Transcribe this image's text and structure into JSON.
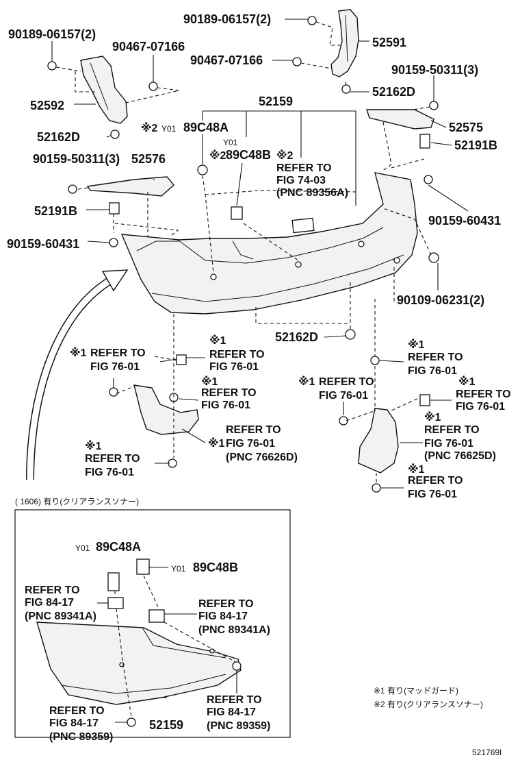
{
  "labels": {
    "p90189_a": "90189-06157(2)",
    "p90189_b": "90189-06157(2)",
    "p52591": "52591",
    "p90467_a": "90467-07166",
    "p90467_b": "90467-07166",
    "p90159_a": "90159-50311(3)",
    "p52592": "52592",
    "p52162d_a": "52162D",
    "p52159": "52159",
    "p52575": "52575",
    "p52162d_b": "52162D",
    "p52191b_a": "52191B",
    "p52191b_b": "52191B",
    "p90159_b": "90159-50311(3)",
    "p52576": "52576",
    "p90159_c": "90159-60431",
    "p90159_d": "90159-60431",
    "p90109": "90109-06231(2)",
    "p52162d_c": "52162D",
    "inset_52159": "52159"
  },
  "y01": {
    "a_prefix": "Y01",
    "a_code": "89C48A",
    "b_prefix": "Y01",
    "b_code": "89C48B",
    "inset_a_prefix": "Y01",
    "inset_a_code": "89C48A",
    "inset_b_prefix": "Y01",
    "inset_b_code": "89C48B"
  },
  "marks": {
    "m2": "※2",
    "m1": "※1"
  },
  "refs": {
    "refer_to": "REFER TO",
    "fig_74_03": "FIG 74-03",
    "pnc_89356a": "(PNC 89356A)",
    "fig_76_01": "FIG 76-01",
    "pnc_76626d": "(PNC 76626D)",
    "pnc_76625d": "(PNC 76625D)",
    "fig_84_17": "FIG 84-17",
    "pnc_89341a": "(PNC 89341A)",
    "pnc_89359": "(PNC 89359)"
  },
  "inset": {
    "title": "(       1606)  有り(クリアランスソナー)"
  },
  "legend": {
    "note1": "※1 有り(マッドガード)",
    "note2": "※2 有り(クリアランスソナー)"
  },
  "footer": {
    "diagram_id": "521769I"
  }
}
